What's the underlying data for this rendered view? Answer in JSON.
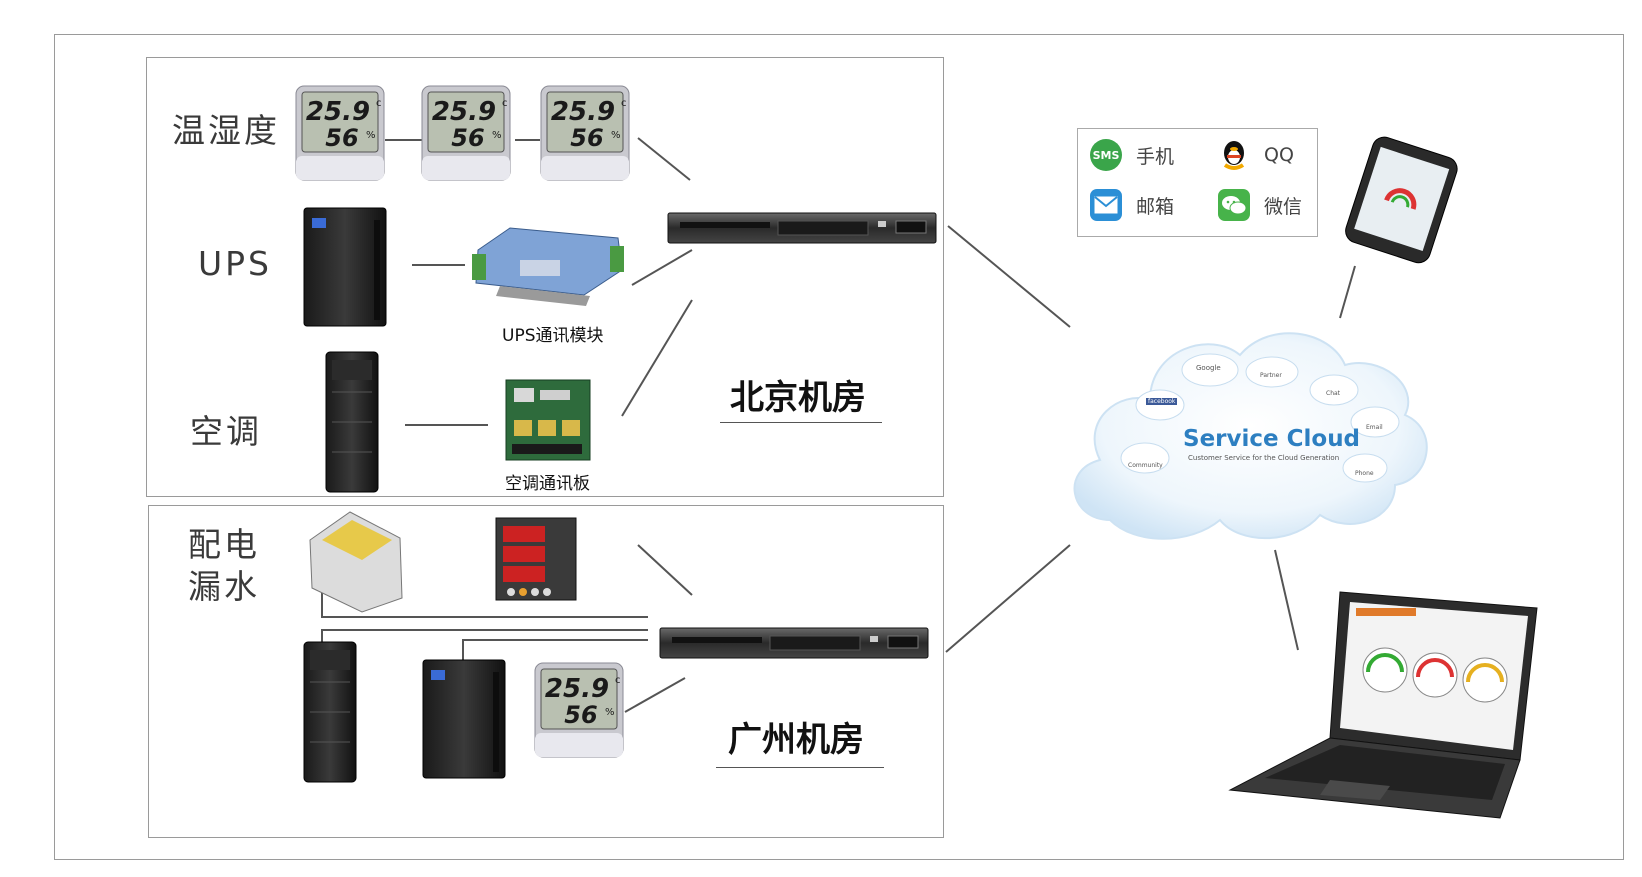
{
  "labels": {
    "temp_humidity": "温湿度",
    "ups": "UPS",
    "aircon": "空调",
    "power_dist": "配电",
    "water_leak": "漏水",
    "ups_module": "UPS通讯模块",
    "aircon_board": "空调通讯板"
  },
  "rooms": {
    "beijing": "北京机房",
    "guangzhou": "广州机房"
  },
  "thermometer": {
    "temperature": "25.9",
    "unit": "c",
    "humidity": "56",
    "humidity_unit": "%"
  },
  "notifications": [
    {
      "label": "手机",
      "icon": "sms-icon",
      "icon_text": "SMS",
      "color": "#3aa54a"
    },
    {
      "label": "QQ",
      "icon": "qq-penguin-icon",
      "icon_text": "",
      "color": "#222222"
    },
    {
      "label": "邮箱",
      "icon": "mail-icon",
      "icon_text": "",
      "color": "#2b8fd6"
    },
    {
      "label": "微信",
      "icon": "wechat-icon",
      "icon_text": "",
      "color": "#47b34a"
    }
  ],
  "cloud": {
    "title": "Service Cloud",
    "subtitle": "Customer Service for the Cloud Generation",
    "bubbles": [
      "Google",
      "Partner",
      "Chat",
      "Email",
      "Phone",
      "Community",
      "facebook"
    ]
  },
  "colors": {
    "frame": "#9a9a9a",
    "link_line": "#555555",
    "cloud_fill": "#e8f3fb",
    "cloud_text": "#2d7fc1"
  }
}
